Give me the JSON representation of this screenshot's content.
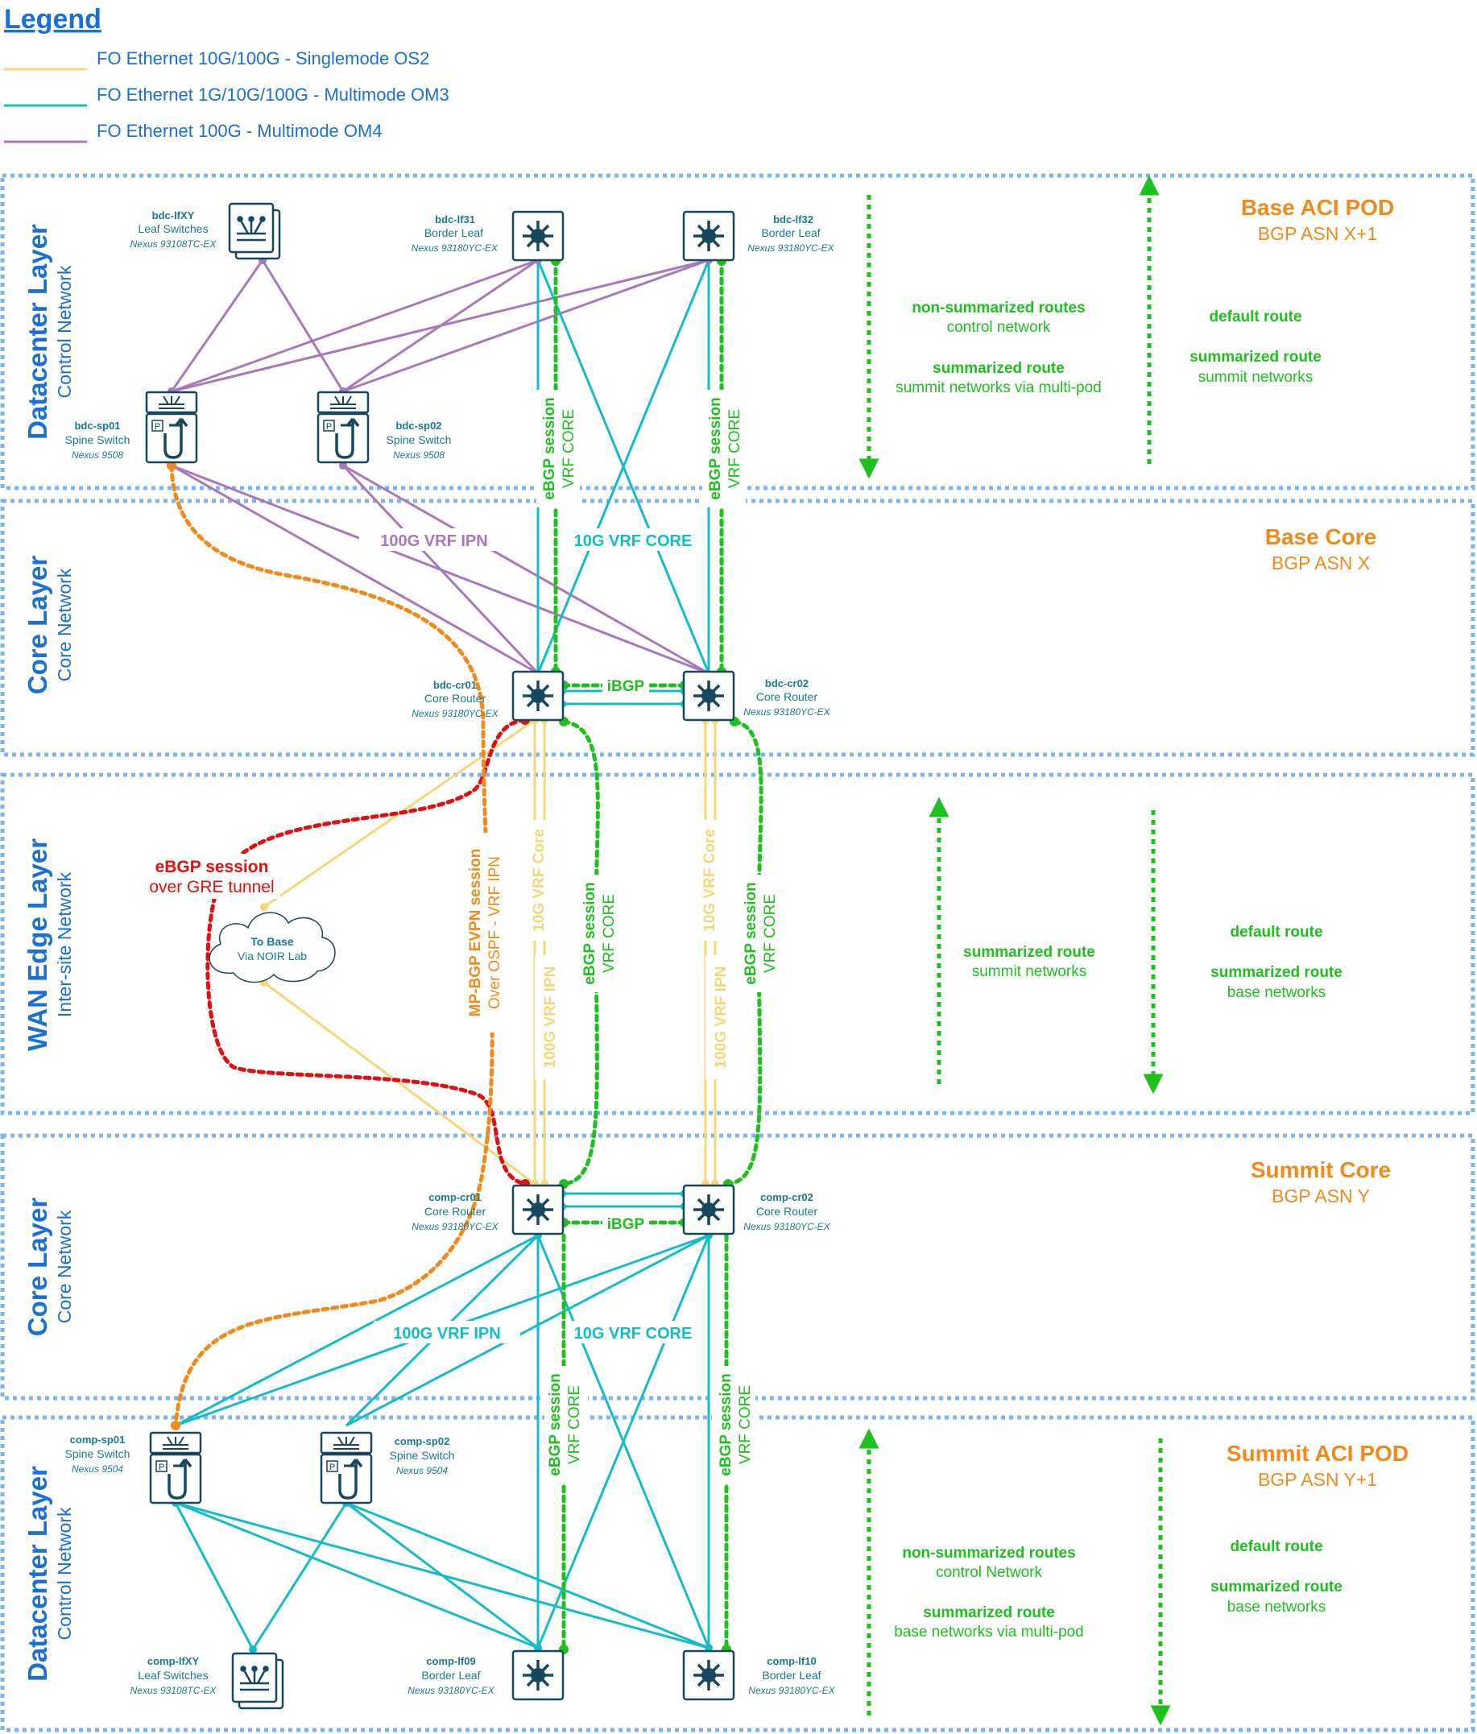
{
  "legend": {
    "title": "Legend",
    "items": [
      {
        "label": "FO Ethernet 10G/100G - Singlemode OS2",
        "color": "#f6d67a"
      },
      {
        "label": "FO Ethernet 1G/10G/100G - Multimode OM3",
        "color": "#14bcc9"
      },
      {
        "label": "FO Ethernet 100G - Multimode OM4",
        "color": "#a779b8"
      }
    ]
  },
  "colors": {
    "layer_border": "#7fb3ee",
    "singlemode": "#f6d67a",
    "multimode_om3": "#14bcc9",
    "multimode_om4": "#a779b8",
    "ebgp_session": "#1ec01e",
    "gre_session": "#e01010",
    "evpn_session": "#f08a1a",
    "device_icon": "#16475e"
  },
  "layers": [
    {
      "title": "Datacenter Layer",
      "subtitle": "Control Network",
      "pod_title": "Base ACI POD",
      "pod_asn": "BGP ASN X+1"
    },
    {
      "title": "Core Layer",
      "subtitle": "Core Network",
      "pod_title": "Base Core",
      "pod_asn": "BGP ASN X"
    },
    {
      "title": "WAN Edge Layer",
      "subtitle": "Inter-site Network",
      "pod_title": "",
      "pod_asn": ""
    },
    {
      "title": "Core Layer",
      "subtitle": "Core Network",
      "pod_title": "Summit Core",
      "pod_asn": "BGP ASN Y"
    },
    {
      "title": "Datacenter Layer",
      "subtitle": "Control Network",
      "pod_title": "Summit ACI POD",
      "pod_asn": "BGP ASN Y+1"
    }
  ],
  "devices": [
    {
      "name": "bdc-lfXY",
      "role": "Leaf Switches",
      "model": "Nexus 93108TC-EX",
      "icon": "leaf-switch-icon"
    },
    {
      "name": "bdc-lf31",
      "role": "Border Leaf",
      "model": "Nexus 93180YC-EX",
      "icon": "router-icon"
    },
    {
      "name": "bdc-lf32",
      "role": "Border Leaf",
      "model": "Nexus 93180YC-EX",
      "icon": "router-icon"
    },
    {
      "name": "bdc-sp01",
      "role": "Spine Switch",
      "model": "Nexus 9508",
      "icon": "spine-switch-icon"
    },
    {
      "name": "bdc-sp02",
      "role": "Spine Switch",
      "model": "Nexus 9508",
      "icon": "spine-switch-icon"
    },
    {
      "name": "bdc-cr01",
      "role": "Core Router",
      "model": "Nexus 93180YC-EX",
      "icon": "router-icon"
    },
    {
      "name": "bdc-cr02",
      "role": "Core Router",
      "model": "Nexus 93180YC-EX",
      "icon": "router-icon"
    },
    {
      "name": "comp-cr01",
      "role": "Core Router",
      "model": "Nexus 93180YC-EX",
      "icon": "router-icon"
    },
    {
      "name": "comp-cr02",
      "role": "Core Router",
      "model": "Nexus 93180YC-EX",
      "icon": "router-icon"
    },
    {
      "name": "comp-sp01",
      "role": "Spine Switch",
      "model": "Nexus 9504",
      "icon": "spine-switch-icon"
    },
    {
      "name": "comp-sp02",
      "role": "Spine Switch",
      "model": "Nexus 9504",
      "icon": "spine-switch-icon"
    },
    {
      "name": "comp-lfXY",
      "role": "Leaf Switches",
      "model": "Nexus 93108TC-EX",
      "icon": "leaf-switch-icon"
    },
    {
      "name": "comp-lf09",
      "role": "Border Leaf",
      "model": "Nexus 93180YC-EX",
      "icon": "router-icon"
    },
    {
      "name": "comp-lf10",
      "role": "Border Leaf",
      "model": "Nexus 93180YC-EX",
      "icon": "router-icon"
    }
  ],
  "cloud": {
    "title": "To Base",
    "subtitle": "Via NOIR Lab"
  },
  "link_labels": {
    "vrf_ipn_100g": "100G VRF IPN",
    "vrf_core_10g": "10G VRF CORE",
    "ibgp": "iBGP",
    "ebgp_session": "eBGP session",
    "vrf_core": "VRF CORE",
    "vrf_core_10g_vertical": "10G VRF Core",
    "vrf_ipn_100g_vertical": "100G VRF IPN"
  },
  "gre": {
    "title": "eBGP session",
    "subtitle": "over GRE tunnel"
  },
  "evpn": {
    "title": "MP-BGP EVPN session",
    "subtitle": "Over OSPF - VRF IPN"
  },
  "routes": {
    "base_pod": {
      "left_1_title": "non-summarized routes",
      "left_1_sub": "control network",
      "left_2_title": "summarized route",
      "left_2_sub": "summit networks via multi-pod",
      "right_1_title": "default route",
      "right_2_title": "summarized route",
      "right_2_sub": "summit networks"
    },
    "wan": {
      "left_title": "summarized route",
      "left_sub": "summit networks",
      "right_1_title": "default route",
      "right_2_title": "summarized route",
      "right_2_sub": "base networks"
    },
    "summit_pod": {
      "left_1_title": "non-summarized routes",
      "left_1_sub": "control Network",
      "left_2_title": "summarized route",
      "left_2_sub": "base networks via multi-pod",
      "right_1_title": "default route",
      "right_2_title": "summarized route",
      "right_2_sub": "base networks"
    }
  }
}
